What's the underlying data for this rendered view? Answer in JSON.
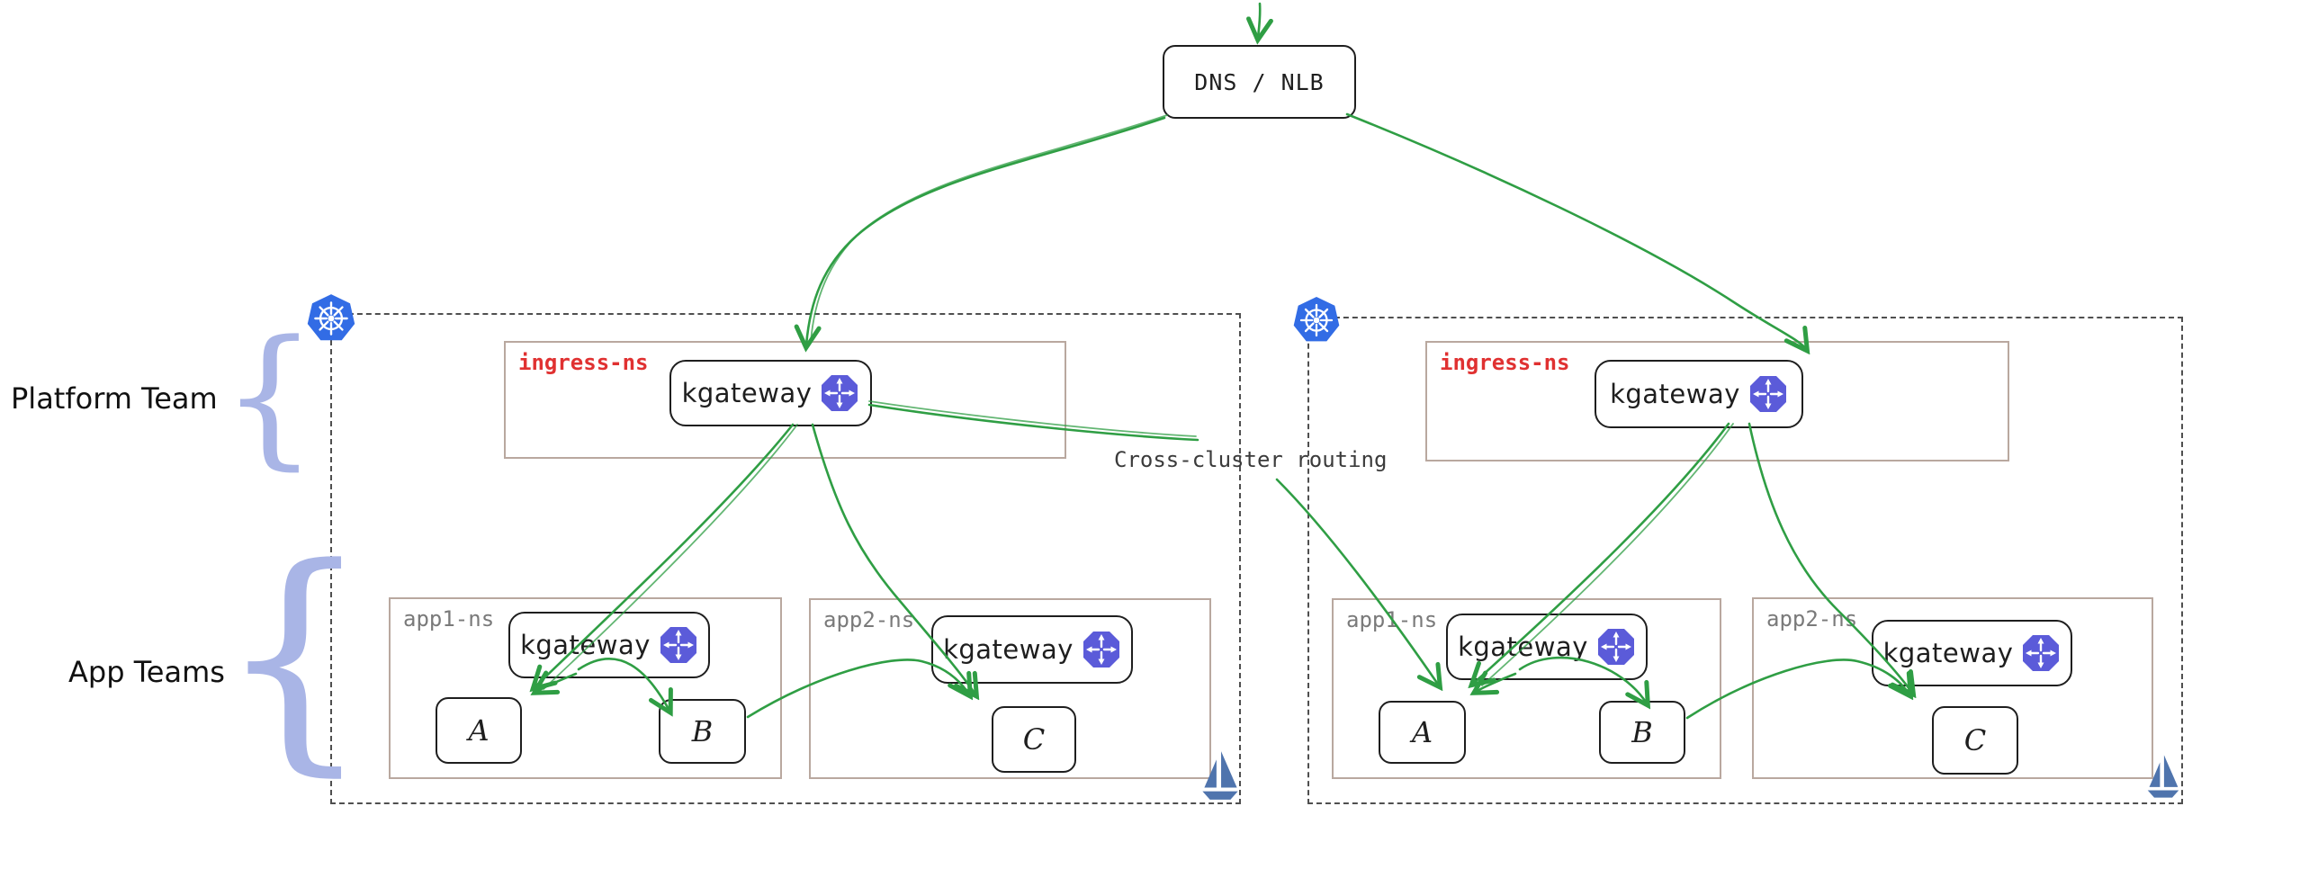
{
  "diagram": {
    "dns_label": "DNS / NLB",
    "cross_cluster_label": "Cross-cluster routing",
    "brace_glyph": "{",
    "side_labels": {
      "platform": "Platform Team",
      "apps": "App Teams"
    },
    "clusters": [
      {
        "name": "left-cluster",
        "ingress": {
          "ns_label": "ingress-ns",
          "gateway_label": "kgateway"
        },
        "namespaces": [
          {
            "ns_label": "app1-ns",
            "gateway_label": "kgateway",
            "services": [
              {
                "label": "A"
              },
              {
                "label": "B"
              }
            ]
          },
          {
            "ns_label": "app2-ns",
            "gateway_label": "kgateway",
            "services": [
              {
                "label": "C"
              }
            ]
          }
        ]
      },
      {
        "name": "right-cluster",
        "ingress": {
          "ns_label": "ingress-ns",
          "gateway_label": "kgateway"
        },
        "namespaces": [
          {
            "ns_label": "app1-ns",
            "gateway_label": "kgateway",
            "services": [
              {
                "label": "A"
              },
              {
                "label": "B"
              }
            ]
          },
          {
            "ns_label": "app2-ns",
            "gateway_label": "kgateway",
            "services": [
              {
                "label": "C"
              }
            ]
          }
        ]
      }
    ],
    "icons": {
      "kubernetes": "kubernetes-icon",
      "gateway": "kgateway-routing-icon",
      "sailboat": "sailboat-icon"
    },
    "colors": {
      "arrow_green": "#2f9e44",
      "ns_label_red": "#e03131",
      "ns_border": "#b9a89f",
      "node_border": "#1e1e1e",
      "cluster_border": "#4f4f4f",
      "ns_label_gray": "#7a7a7a",
      "kubernetes_blue": "#326ce5",
      "gateway_icon_violet": "#5b5bd9",
      "sailboat_blue": "#4f74ad",
      "brace_lavender": "#a9b5e6",
      "text_dark": "#1e1e1e"
    }
  }
}
